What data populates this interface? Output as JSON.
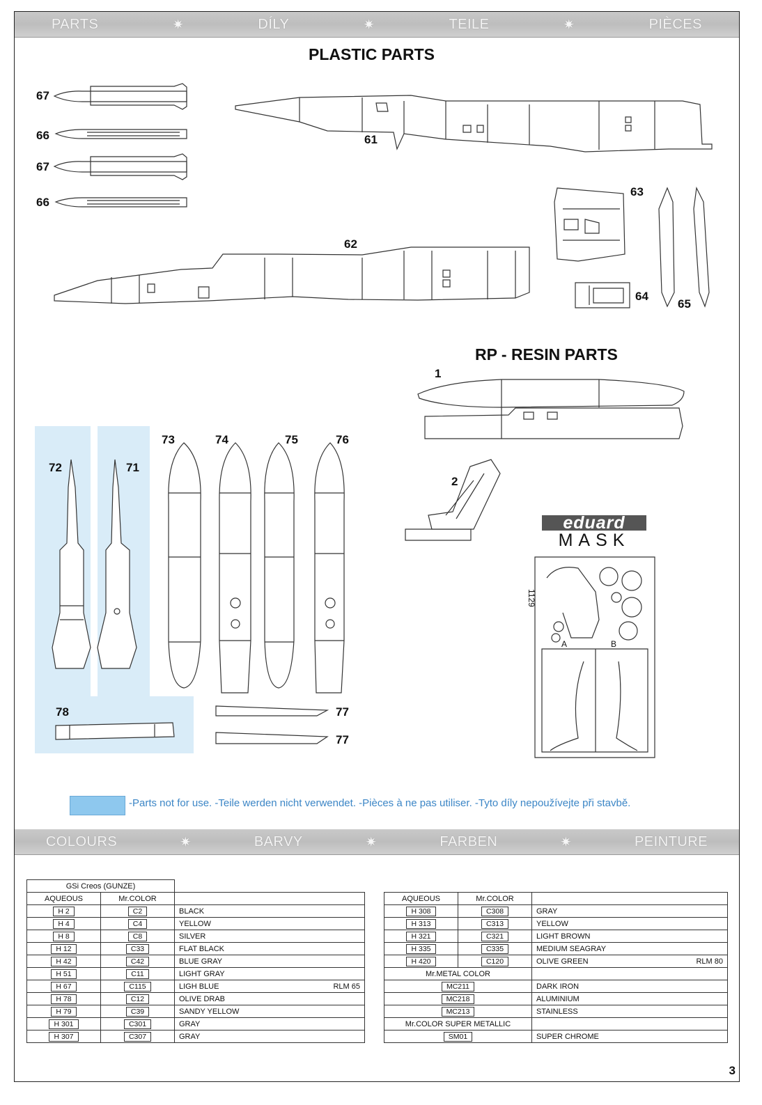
{
  "top_band": {
    "labels": [
      "PARTS",
      "DÍLY",
      "TEILE",
      "PIÈCES"
    ]
  },
  "plastic_title": "PLASTIC PARTS",
  "resin_title": "RP - RESIN PARTS",
  "part_numbers": {
    "p67a": "67",
    "p66a": "66",
    "p67b": "67",
    "p66b": "66",
    "p61": "61",
    "p62": "62",
    "p63": "63",
    "p64": "64",
    "p65": "65",
    "p72": "72",
    "p71": "71",
    "p73": "73",
    "p74": "74",
    "p75": "75",
    "p76": "76",
    "p78": "78",
    "p77a": "77",
    "p77b": "77",
    "rp1": "1",
    "rp2": "2"
  },
  "mask": {
    "brand": "eduard",
    "label": "MASK",
    "code": "1129",
    "side_a": "A",
    "side_b": "B"
  },
  "legend_text": "-Parts not for use. -Teile werden nicht verwendet. -Pièces à ne pas utiliser. -Tyto díly nepoužívejte při stavbě.",
  "colours_band": {
    "labels": [
      "COLOURS",
      "BARVY",
      "FARBEN",
      "PEINTURE"
    ]
  },
  "colour_table_left": {
    "brand": "GSi Creos (GUNZE)",
    "col_aqueous": "AQUEOUS",
    "col_mrcolor": "Mr.COLOR",
    "rows": [
      {
        "aq": "H 2",
        "mr": "C2",
        "name": "BLACK",
        "note": ""
      },
      {
        "aq": "H 4",
        "mr": "C4",
        "name": "YELLOW",
        "note": ""
      },
      {
        "aq": "H 8",
        "mr": "C8",
        "name": "SILVER",
        "note": ""
      },
      {
        "aq": "H 12",
        "mr": "C33",
        "name": "FLAT BLACK",
        "note": ""
      },
      {
        "aq": "H 42",
        "mr": "C42",
        "name": "BLUE GRAY",
        "note": ""
      },
      {
        "aq": "H 51",
        "mr": "C11",
        "name": "LIGHT GRAY",
        "note": ""
      },
      {
        "aq": "H 67",
        "mr": "C115",
        "name": "LIGH BLUE",
        "note": "RLM 65"
      },
      {
        "aq": "H 78",
        "mr": "C12",
        "name": "OLIVE DRAB",
        "note": ""
      },
      {
        "aq": "H 79",
        "mr": "C39",
        "name": "SANDY YELLOW",
        "note": ""
      },
      {
        "aq": "H 301",
        "mr": "C301",
        "name": "GRAY",
        "note": ""
      },
      {
        "aq": "H 307",
        "mr": "C307",
        "name": "GRAY",
        "note": ""
      }
    ]
  },
  "colour_table_right": {
    "col_aqueous": "AQUEOUS",
    "col_mrcolor": "Mr.COLOR",
    "rows": [
      {
        "aq": "H 308",
        "mr": "C308",
        "name": "GRAY",
        "note": ""
      },
      {
        "aq": "H 313",
        "mr": "C313",
        "name": "YELLOW",
        "note": ""
      },
      {
        "aq": "H 321",
        "mr": "C321",
        "name": "LIGHT BROWN",
        "note": ""
      },
      {
        "aq": "H 335",
        "mr": "C335",
        "name": "MEDIUM SEAGRAY",
        "note": ""
      },
      {
        "aq": "H 420",
        "mr": "C120",
        "name": "OLIVE GREEN",
        "note": "RLM 80"
      }
    ],
    "metal_header": "Mr.METAL COLOR",
    "metal_rows": [
      {
        "code": "MC211",
        "name": "DARK IRON"
      },
      {
        "code": "MC218",
        "name": "ALUMINIUM"
      },
      {
        "code": "MC213",
        "name": "STAINLESS"
      }
    ],
    "super_header": "Mr.COLOR SUPER METALLIC",
    "super_rows": [
      {
        "code": "SM01",
        "name": "SUPER CHROME"
      }
    ]
  },
  "page_number": "3",
  "colors": {
    "unused_fill": "#d9ecf8",
    "legend_box": "#8ec8ee",
    "legend_text": "#3c86c6",
    "band": "#c4c4c4"
  }
}
